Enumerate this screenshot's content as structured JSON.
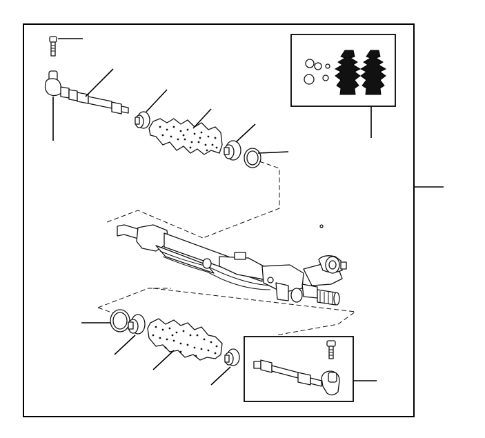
{
  "diagram": {
    "kind": "exploded parts view",
    "parts": [
      {
        "id": "tie-rod-end-bolt-top",
        "icon": "bolt-icon"
      },
      {
        "id": "tie-rod-end-top",
        "icon": "tie-rod-end-icon"
      },
      {
        "id": "inner-tie-rod-top",
        "icon": "tie-rod-icon"
      },
      {
        "id": "clamp-top-small",
        "icon": "clamp-icon"
      },
      {
        "id": "bellows-boot-top",
        "icon": "bellows-icon"
      },
      {
        "id": "clamp-top-large",
        "icon": "clamp-icon"
      },
      {
        "id": "snap-ring-top",
        "icon": "ring-icon"
      },
      {
        "id": "steering-rack-housing",
        "icon": "steering-rack-icon"
      },
      {
        "id": "snap-ring-bottom",
        "icon": "ring-icon"
      },
      {
        "id": "clamp-bottom-large",
        "icon": "clamp-icon"
      },
      {
        "id": "bellows-boot-bottom",
        "icon": "bellows-icon"
      },
      {
        "id": "clamp-bottom-small",
        "icon": "clamp-icon"
      },
      {
        "id": "tie-rod-kit-inset",
        "icon": "tie-rod-kit-icon"
      },
      {
        "id": "boot-kit-inset",
        "icon": "boot-kit-icon"
      }
    ]
  }
}
